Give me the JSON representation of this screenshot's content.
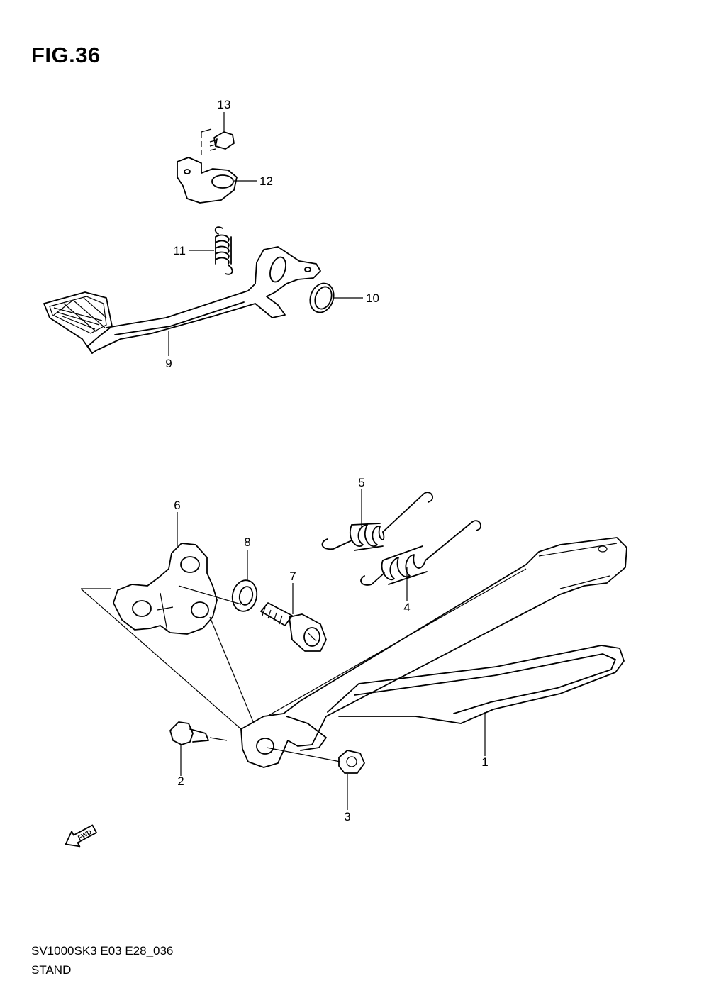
{
  "figure": {
    "title": "FIG.36"
  },
  "footer": {
    "model_code": "SV1000SK3 E03 E28_036",
    "section_name": "STAND"
  },
  "fwd_label": "FWD",
  "callouts": [
    {
      "id": "1",
      "part": "stand"
    },
    {
      "id": "2",
      "part": "bolt"
    },
    {
      "id": "3",
      "part": "nut"
    },
    {
      "id": "4",
      "part": "spring"
    },
    {
      "id": "5",
      "part": "spring"
    },
    {
      "id": "6",
      "part": "bracket"
    },
    {
      "id": "7",
      "part": "bolt"
    },
    {
      "id": "8",
      "part": "washer"
    },
    {
      "id": "9",
      "part": "gearshift lever"
    },
    {
      "id": "10",
      "part": "washer"
    },
    {
      "id": "11",
      "part": "spring"
    },
    {
      "id": "12",
      "part": "bracket"
    },
    {
      "id": "13",
      "part": "bolt"
    }
  ]
}
